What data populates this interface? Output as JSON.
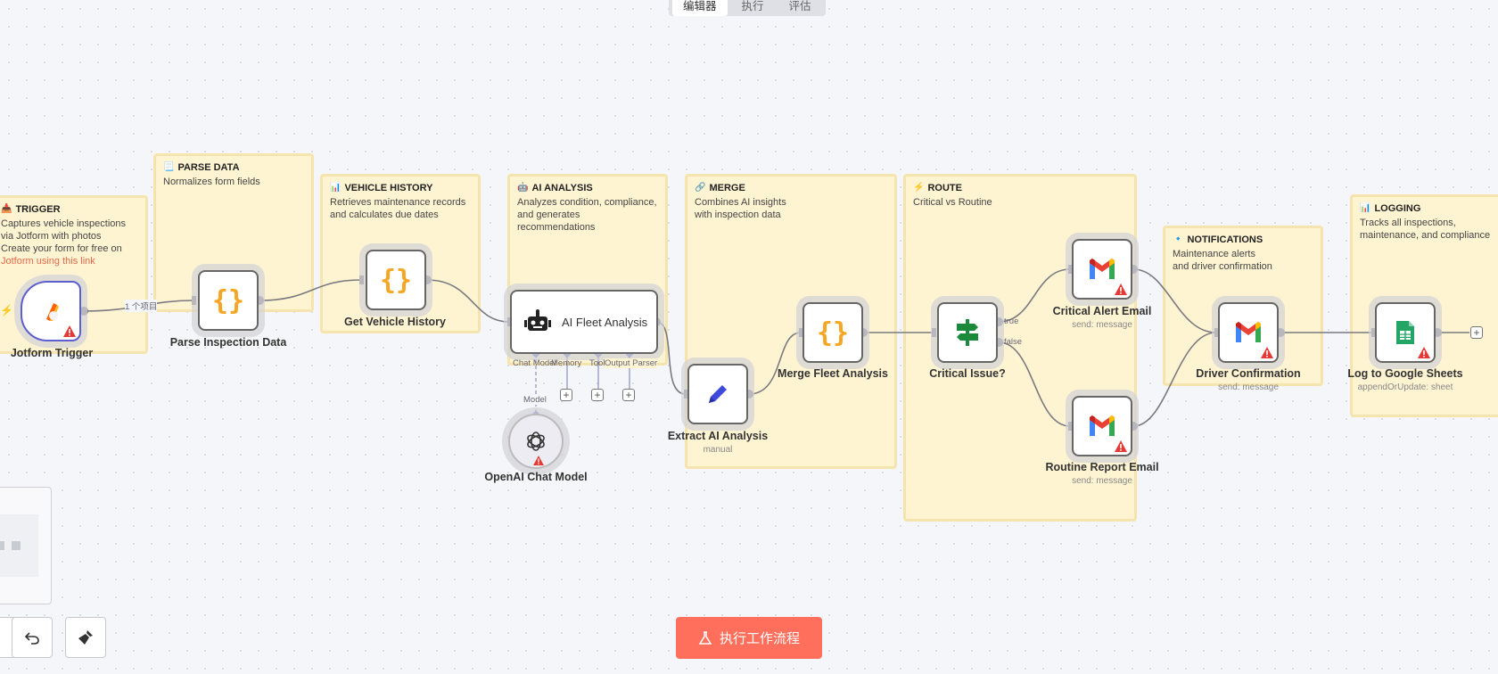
{
  "topbar": {
    "tabs": [
      "编辑器",
      "执行",
      "评估"
    ]
  },
  "notes": {
    "trigger": {
      "emoji": "📥",
      "title": "TRIGGER",
      "lines": [
        "Captures vehicle inspections",
        "via Jotform with photos",
        "Create your form for free on"
      ],
      "link": "Jotform using this link"
    },
    "parse": {
      "emoji": "📃",
      "title": "PARSE DATA",
      "desc": "Normalizes form fields"
    },
    "vehicle": {
      "emoji": "📊",
      "title": "VEHICLE HISTORY",
      "desc": "Retrieves maintenance records\nand calculates due dates"
    },
    "ai": {
      "emoji": "🤖",
      "title": "AI ANALYSIS",
      "desc": "Analyzes condition, compliance,\nand generates\nrecommendations"
    },
    "merge": {
      "emoji": "🔗",
      "title": "MERGE",
      "desc": "Combines AI insights\nwith inspection data"
    },
    "route": {
      "emoji": "⚡",
      "title": "ROUTE",
      "desc": "Critical vs Routine"
    },
    "notify": {
      "emoji": "🔹",
      "title": "NOTIFICATIONS",
      "desc": "Maintenance alerts\nand driver confirmation"
    },
    "logging": {
      "emoji": "📊",
      "title": "LOGGING",
      "desc": "Tracks all inspections,\nmaintenance, and compliance"
    }
  },
  "nodes": {
    "jotform": {
      "label": "Jotform Trigger"
    },
    "parse": {
      "label": "Parse Inspection Data"
    },
    "history": {
      "label": "Get Vehicle History"
    },
    "ai": {
      "label": "AI Fleet Analysis"
    },
    "openai": {
      "label": "OpenAI Chat Model"
    },
    "extract": {
      "label": "Extract AI Analysis",
      "sub": "manual"
    },
    "merge": {
      "label": "Merge Fleet Analysis"
    },
    "critical": {
      "label": "Critical Issue?"
    },
    "alert": {
      "label": "Critical Alert Email",
      "sub": "send: message"
    },
    "routine": {
      "label": "Routine Report Email",
      "sub": "send: message"
    },
    "driver": {
      "label": "Driver Confirmation",
      "sub": "send: message"
    },
    "sheets": {
      "label": "Log to Google Sheets",
      "sub": "appendOrUpdate: sheet"
    }
  },
  "connections": {
    "items_label": "1 个项目",
    "true_label": "true",
    "false_label": "false",
    "ai_inputs": {
      "chat_model": "Chat Model",
      "memory": "Memory",
      "tool": "Tool",
      "output_parser": "Output Parser",
      "model": "Model"
    }
  },
  "run_button": {
    "label": "执行工作流程"
  },
  "colors": {
    "accent": "#ff6f5b",
    "note_bg": "#fff4d2",
    "note_border": "#f5e4ad",
    "edge": "#7a7a80",
    "sub_edge": "#8a8fbd"
  }
}
